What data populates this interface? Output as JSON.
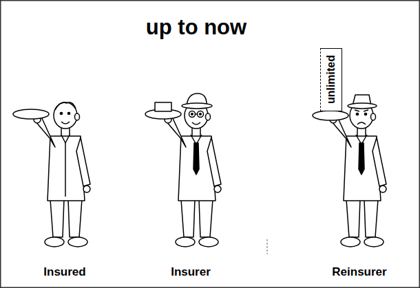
{
  "diagram": {
    "title": "up to now",
    "nodes": [
      {
        "text": [
          "unlimited"
        ]
      }
    ],
    "labels": [
      "Insured",
      "Insurer",
      "Reinsurer"
    ]
  }
}
